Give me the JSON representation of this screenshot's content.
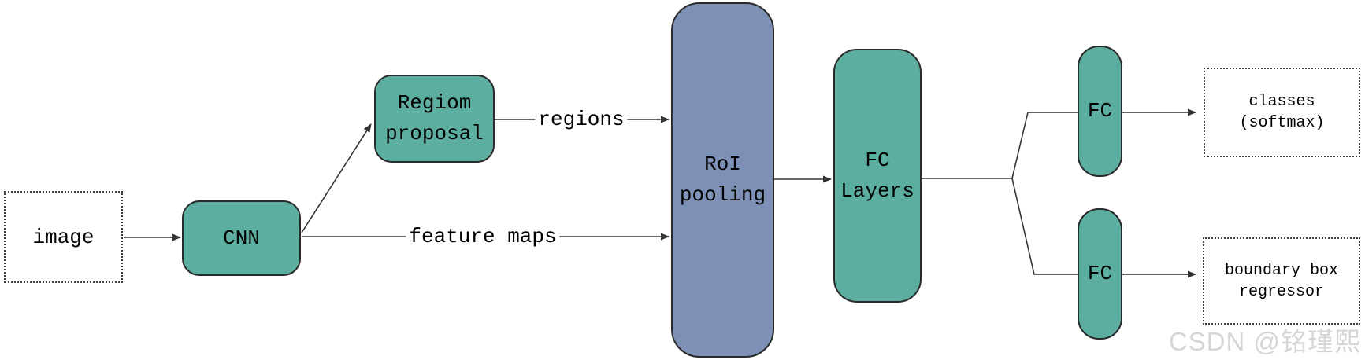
{
  "colors": {
    "teal": "#5cafa0",
    "blue": "#7d90b5",
    "line": "#333333",
    "border": "#2a2a2a",
    "watermark": "#d6d6d6"
  },
  "nodes": {
    "image": {
      "label": "image"
    },
    "cnn": {
      "label": "CNN"
    },
    "region_proposal": {
      "lines": [
        "Regiom",
        "proposal"
      ]
    },
    "roi_pooling": {
      "lines": [
        "RoI",
        "pooling"
      ]
    },
    "fc_layers": {
      "lines": [
        "FC",
        "Layers"
      ]
    },
    "fc_top": {
      "label": "FC"
    },
    "fc_bottom": {
      "label": "FC"
    },
    "classes_output": {
      "lines": [
        "classes",
        "(softmax)"
      ]
    },
    "bbox_output": {
      "lines": [
        "boundary box",
        "regressor"
      ]
    }
  },
  "edge_labels": {
    "regions": "regions",
    "feature_maps": "feature maps"
  },
  "watermark": "CSDN @铭瑾熙"
}
